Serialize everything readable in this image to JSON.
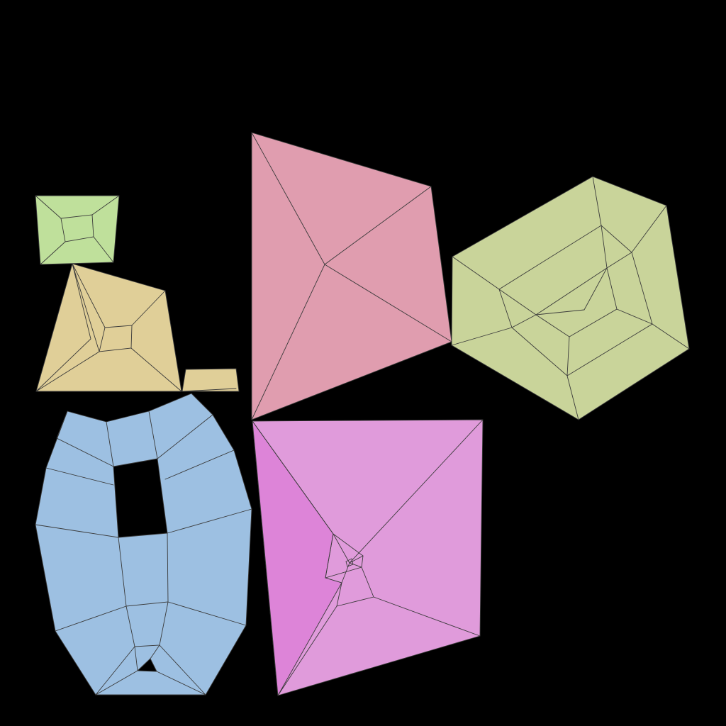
{
  "uv_layout": {
    "background": "#000000",
    "islands": [
      {
        "id": "small-square-island",
        "color": "#bfe09b"
      },
      {
        "id": "tan-pyramid-island",
        "color": "#e0cf98"
      },
      {
        "id": "tan-strip-island",
        "color": "#e0cf98"
      },
      {
        "id": "pink-pyramid-island",
        "color": "#e09daf"
      },
      {
        "id": "hexagon-island",
        "color": "#c9d49a"
      },
      {
        "id": "blue-ring-island",
        "color": "#9dc0e2"
      },
      {
        "id": "magenta-pyramid-island",
        "color": "#e09bdb"
      },
      {
        "id": "magenta-side-face",
        "color": "#dd84d8"
      }
    ]
  }
}
